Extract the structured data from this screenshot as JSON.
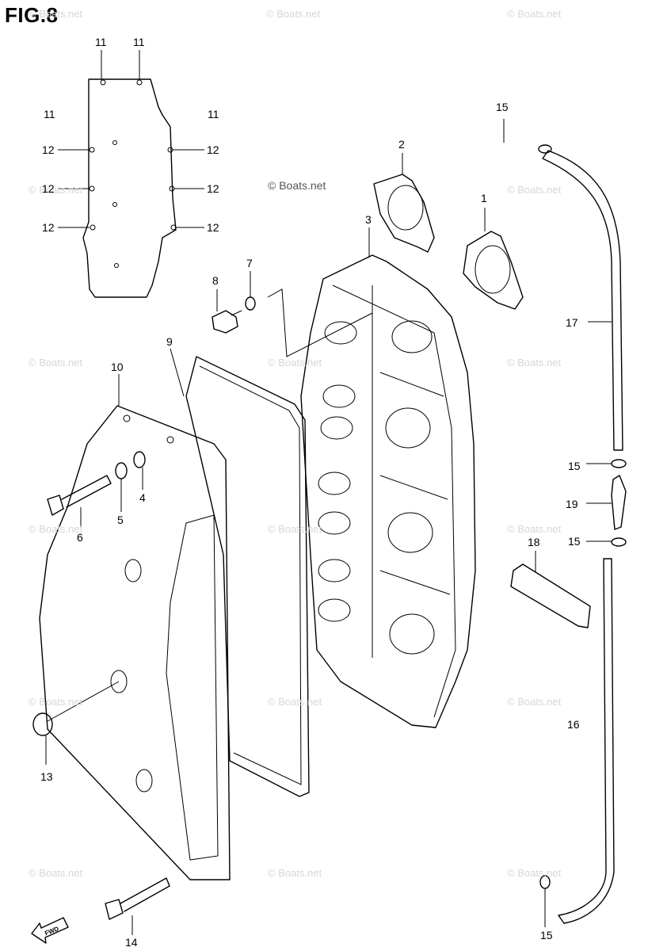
{
  "title": "FIG.8",
  "watermark": "© Boats.net",
  "callouts": [
    "11",
    "11",
    "11",
    "11",
    "12",
    "12",
    "12",
    "12",
    "12",
    "12",
    "2",
    "15",
    "1",
    "3",
    "7",
    "8",
    "17",
    "9",
    "10",
    "15",
    "4",
    "19",
    "5",
    "6",
    "15",
    "18",
    "16",
    "13",
    "15",
    "14"
  ],
  "colors": {
    "ink": "#000000",
    "watermark": "#d6d6d6"
  },
  "icons": [
    "fwd-arrow-icon"
  ],
  "fwd_label": "FWD"
}
